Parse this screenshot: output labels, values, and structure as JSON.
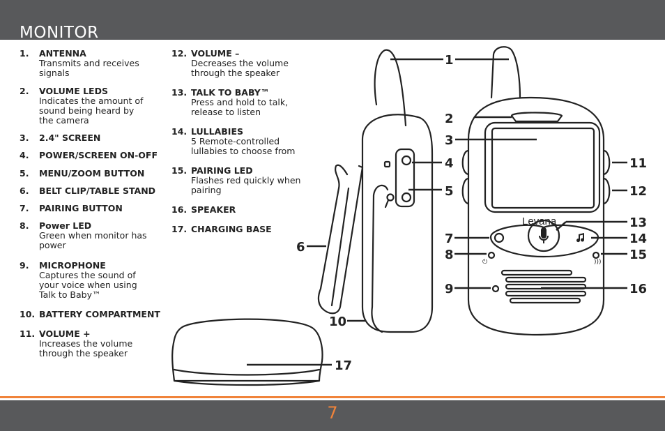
{
  "header": {
    "title": "MONITOR"
  },
  "items_left": [
    {
      "num": "1.",
      "title": "ANTENNA",
      "desc": "Transmits and receives signals"
    },
    {
      "num": "2.",
      "title": "VOLUME LEDS",
      "desc": "Indicates the amount of sound being heard by the camera"
    },
    {
      "num": "3.",
      "title": "2.4\" SCREEN",
      "desc": ""
    },
    {
      "num": "4.",
      "title": "POWER/SCREEN ON-OFF",
      "desc": ""
    },
    {
      "num": "5.",
      "title": "MENU/ZOOM BUTTON",
      "desc": ""
    },
    {
      "num": "6.",
      "title": "BELT CLIP/TABLE STAND",
      "desc": ""
    },
    {
      "num": "7.",
      "title": "PAIRING BUTTON",
      "desc": ""
    },
    {
      "num": "8.",
      "title": "Power LED",
      "desc": "Green when monitor has power"
    },
    {
      "num": "9.",
      "title": "MICROPHONE",
      "desc": "Captures the sound of your voice when using Talk to Baby™"
    },
    {
      "num": "10.",
      "title": "BATTERY COMPARTMENT",
      "desc": ""
    },
    {
      "num": "11.",
      "title": "VOLUME +",
      "desc": "Increases the volume through the speaker"
    }
  ],
  "items_right": [
    {
      "num": "12.",
      "title": "VOLUME –",
      "desc": "Decreases the volume through the speaker"
    },
    {
      "num": "13.",
      "title": "TALK TO BABY™",
      "desc": "Press and hold to talk, release to listen"
    },
    {
      "num": "14.",
      "title": "LULLABIES",
      "desc": "5 Remote-controlled lullabies to choose from"
    },
    {
      "num": "15.",
      "title": "PAIRING LED",
      "desc": "Flashes red quickly when pairing"
    },
    {
      "num": "16.",
      "title": "SPEAKER",
      "desc": ""
    },
    {
      "num": "17.",
      "title": "CHARGING BASE",
      "desc": ""
    }
  ],
  "diagram": {
    "brand": "Levana",
    "callouts": [
      "1",
      "2",
      "3",
      "4",
      "5",
      "6",
      "7",
      "8",
      "9",
      "10",
      "11",
      "12",
      "13",
      "14",
      "15",
      "16",
      "17"
    ]
  },
  "footer": {
    "page": "7"
  }
}
